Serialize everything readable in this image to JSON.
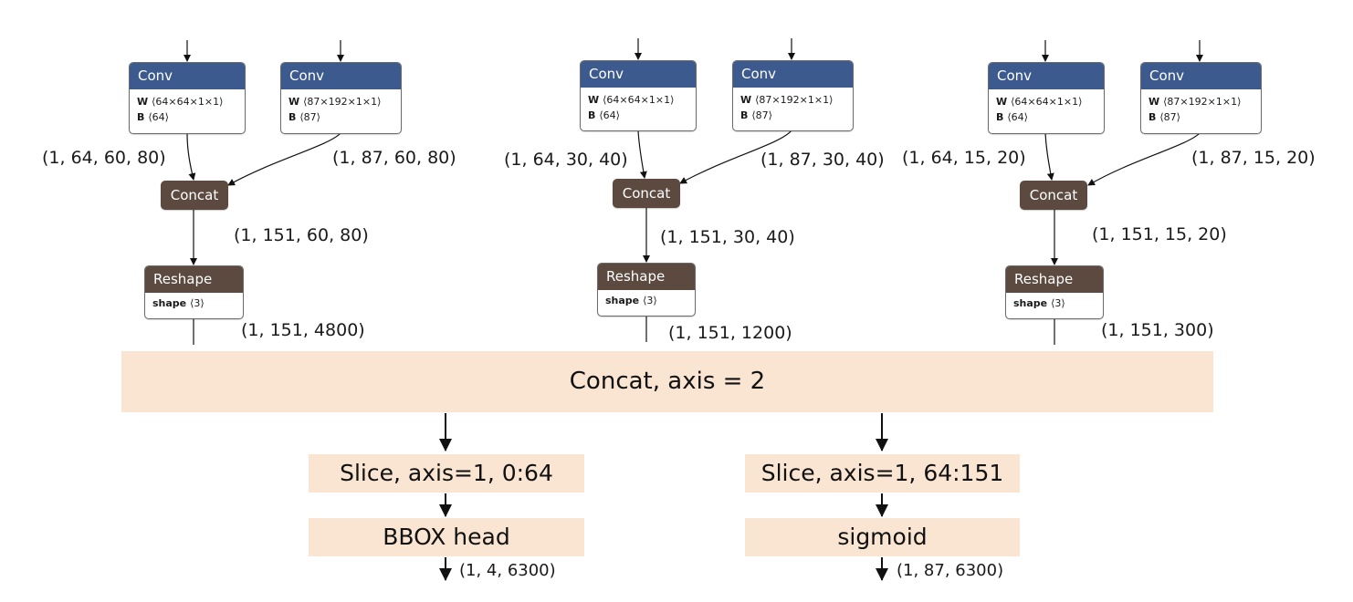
{
  "columns": [
    {
      "conv_a": {
        "title": "Conv",
        "w_key": "W",
        "w_val": "⟨64×64×1×1⟩",
        "b_key": "B",
        "b_val": "⟨64⟩"
      },
      "conv_b": {
        "title": "Conv",
        "w_key": "W",
        "w_val": "⟨87×192×1×1⟩",
        "b_key": "B",
        "b_val": "⟨87⟩"
      },
      "shape_a": "(1, 64, 60, 80)",
      "shape_b": "(1, 87, 60, 80)",
      "concat": "Concat",
      "concat_shape": "(1, 151, 60, 80)",
      "reshape": {
        "title": "Reshape",
        "attr_key": "shape",
        "attr_val": "⟨3⟩"
      },
      "reshape_shape": "(1, 151, 4800)"
    },
    {
      "conv_a": {
        "title": "Conv",
        "w_key": "W",
        "w_val": "⟨64×64×1×1⟩",
        "b_key": "B",
        "b_val": "⟨64⟩"
      },
      "conv_b": {
        "title": "Conv",
        "w_key": "W",
        "w_val": "⟨87×192×1×1⟩",
        "b_key": "B",
        "b_val": "⟨87⟩"
      },
      "shape_a": "(1, 64, 30, 40)",
      "shape_b": "(1, 87, 30, 40)",
      "concat": "Concat",
      "concat_shape": "(1, 151, 30, 40)",
      "reshape": {
        "title": "Reshape",
        "attr_key": "shape",
        "attr_val": "⟨3⟩"
      },
      "reshape_shape": "(1, 151, 1200)"
    },
    {
      "conv_a": {
        "title": "Conv",
        "w_key": "W",
        "w_val": "⟨64×64×1×1⟩",
        "b_key": "B",
        "b_val": "⟨64⟩"
      },
      "conv_b": {
        "title": "Conv",
        "w_key": "W",
        "w_val": "⟨87×192×1×1⟩",
        "b_key": "B",
        "b_val": "⟨87⟩"
      },
      "shape_a": "(1, 64, 15, 20)",
      "shape_b": "(1, 87, 15, 20)",
      "concat": "Concat",
      "concat_shape": "(1, 151, 15, 20)",
      "reshape": {
        "title": "Reshape",
        "attr_key": "shape",
        "attr_val": "⟨3⟩"
      },
      "reshape_shape": "(1, 151, 300)"
    }
  ],
  "main_concat": "Concat, axis = 2",
  "left_branch": {
    "slice": "Slice, axis=1, 0:64",
    "head": "BBOX head",
    "out_shape": "(1, 4, 6300)"
  },
  "right_branch": {
    "slice": "Slice, axis=1, 64:151",
    "head": "sigmoid",
    "out_shape": "(1, 87, 6300)"
  }
}
